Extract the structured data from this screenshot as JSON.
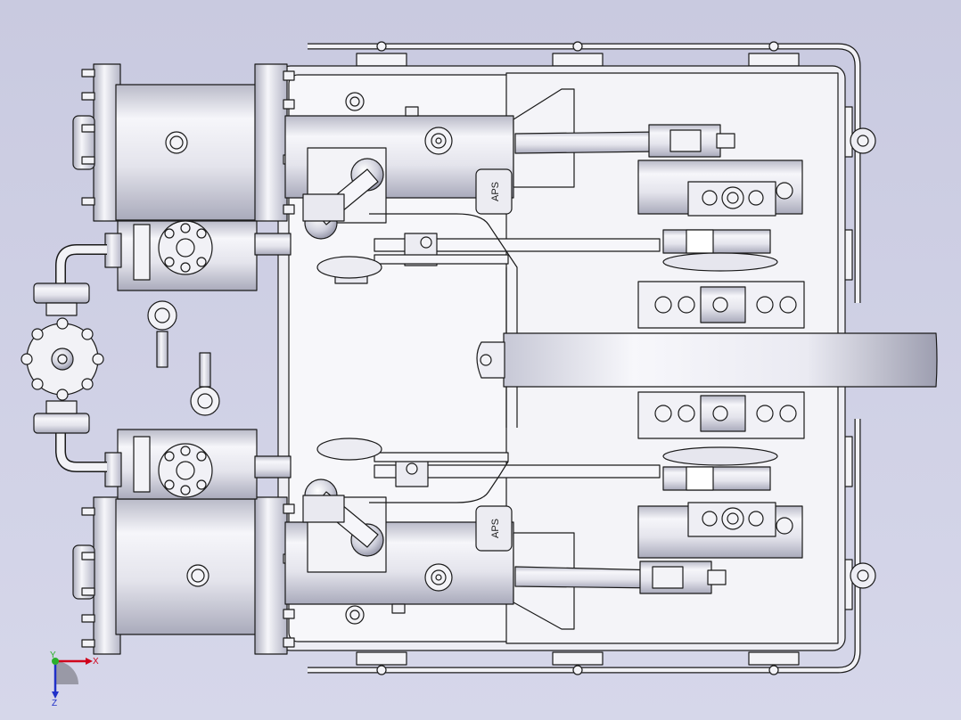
{
  "cad_view": {
    "part_label_top": "APS",
    "part_label_bottom": "APS",
    "triad": {
      "x_label": "X",
      "y_label": "Y",
      "z_label": "Z"
    },
    "colors": {
      "background": "#ccceE2",
      "metal_light": "#f4f4f8",
      "metal_mid": "#c9cad6",
      "metal_dark": "#8e8fa0",
      "outline": "#1a1a1a",
      "x_axis": "#d0021b",
      "y_axis": "#2bb02b",
      "z_axis": "#2030c8"
    }
  }
}
